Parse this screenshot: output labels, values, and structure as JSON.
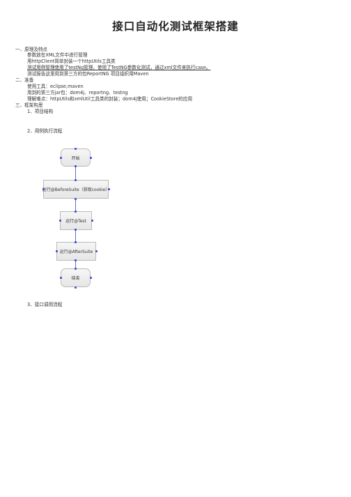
{
  "doc": {
    "title": "接口自动化测试框架搭建",
    "sections": [
      {
        "heading": "一、原理及特点",
        "lines": [
          "参数放在XML文件中进行管理",
          "用httpClient简单封装一个httpUtils工具类",
          "测试用例管理使用了testNg管理，使用了TestNG参数化测试，通过xml文件来执行case。",
          "测试报告这里用到第三方的包ReportNG 项目组织用Maven"
        ]
      },
      {
        "heading": "二、准备",
        "lines": [
          "使用工具：eclipse,maven",
          "用到的第三方jar包：dom4j、reportng、testng",
          "理解难点：httpUtils和xmlUtil工具类的封装；dom4j使用；CookieStore的应用"
        ]
      },
      {
        "heading": "三、框架构思",
        "lines": [
          "1、项目结构",
          "2、用例执行流程",
          "3、接口调用流程"
        ]
      }
    ]
  },
  "flowchart": {
    "nodes": [
      "开始",
      "运行@BeforeSuite（获取cookie）",
      "运行@Test",
      "运行@AfterSuite",
      "结束"
    ]
  }
}
